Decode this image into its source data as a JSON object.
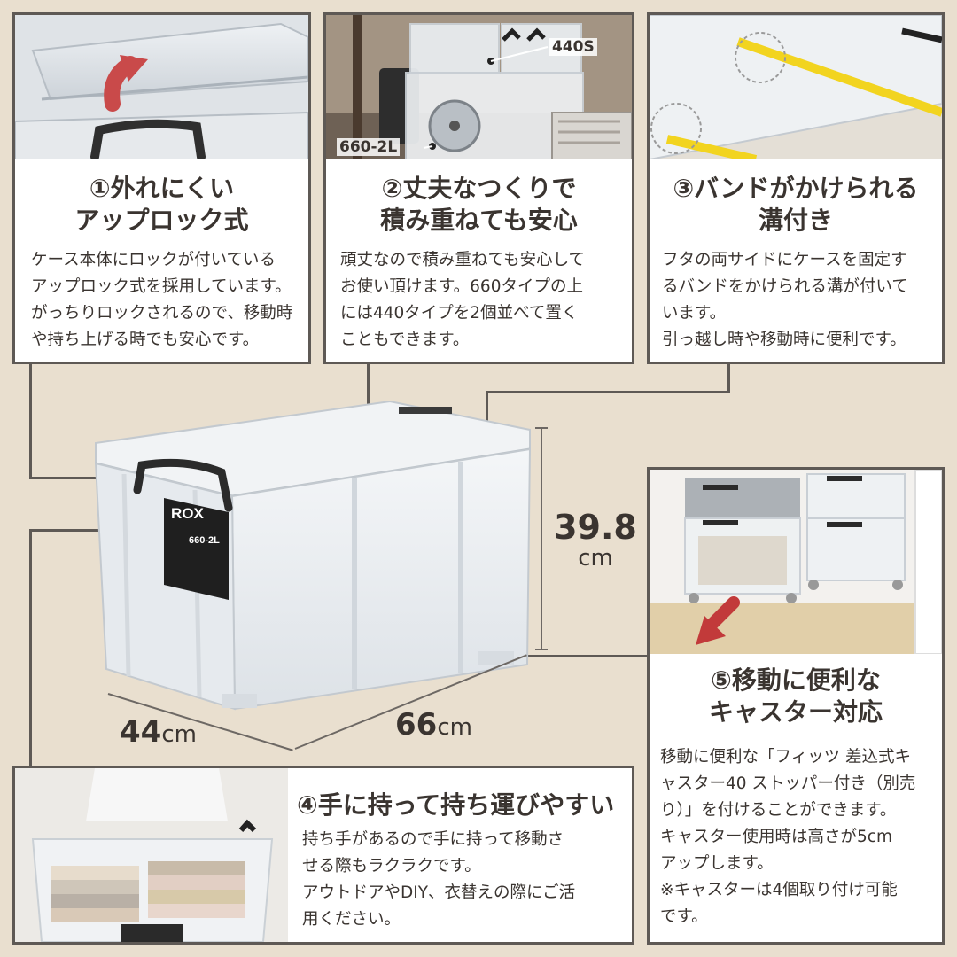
{
  "features": [
    {
      "title_lines": [
        "①外れにくい",
        "アップロック式"
      ],
      "body_lines": [
        "ケース本体にロックが付いている",
        "アップロック式を採用しています。",
        "がっちりロックされるので、移動時",
        "や持ち上げる時でも安心です。"
      ]
    },
    {
      "title_lines": [
        "②丈夫なつくりで",
        "積み重ねても安心"
      ],
      "body_lines": [
        "頑丈なので積み重ねても安心して",
        "お使い頂けます。660タイプの上",
        "には440タイプを2個並べて置く",
        "こともできます。"
      ],
      "photo_labels": [
        "440S",
        "660-2L"
      ]
    },
    {
      "title_lines": [
        "③バンドがかけられる",
        "溝付き"
      ],
      "body_lines": [
        "フタの両サイドにケースを固定す",
        "るバンドをかけられる溝が付いて",
        "います。",
        "引っ越し時や移動時に便利です。"
      ]
    },
    {
      "title_lines": [
        "④手に持って持ち運びやすい"
      ],
      "body_lines": [
        "持ち手があるので手に持って移動さ",
        "せる際もラクラクです。",
        "アウトドアやDIY、衣替えの際にご活",
        "用ください。"
      ]
    },
    {
      "title_lines": [
        "⑤移動に便利な",
        "キャスター対応"
      ],
      "body_lines": [
        "移動に便利な「フィッツ 差込式キ",
        "ャスター40 ストッパー付き（別売",
        "り）」を付けることができます。",
        "キャスター使用時は高さが5cm",
        "アップします。",
        "※キャスターは4個取り付け可能",
        "です。"
      ]
    }
  ],
  "product": {
    "brand_label": "ROX",
    "model_label": "660-2L",
    "height": {
      "value": "39.8",
      "unit": "cm"
    },
    "depth": {
      "value": "44",
      "unit": "cm"
    },
    "width": {
      "value": "66",
      "unit": "cm"
    }
  },
  "colors": {
    "background": "#e9dfcf",
    "border": "#5e5955",
    "text": "#3a3430",
    "arrow_accent": "#c23a3a",
    "band_yellow": "#f2d41f"
  }
}
